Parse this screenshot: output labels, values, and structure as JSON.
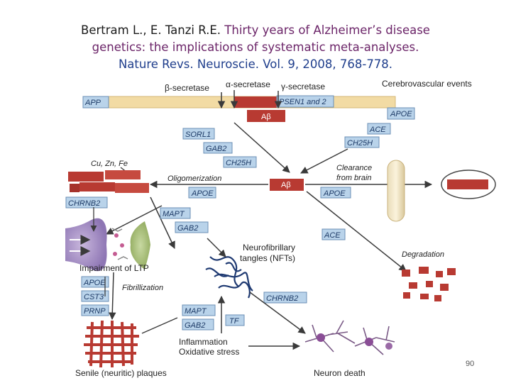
{
  "title": {
    "authors": "Bertram L., E. Tanzi R.E.",
    "paper_line1": "Thirty years of Alzheimer’s disease",
    "paper_line2": "genetics: the implications of systematic meta-analyses.",
    "journal": "Nature Revs. Neuroscie. Vol. 9, 2008, 768-778."
  },
  "labels": {
    "beta_secretase": "β-secretase",
    "alpha_secretase": "α-secretase",
    "gamma_secretase": "γ-secretase",
    "cerebrovascular": "Cerebrovascular events",
    "cu_zn_fe": "Cu, Zn, Fe",
    "oligomerization": "Oligomerization",
    "clearance_1": "Clearance",
    "clearance_2": "from brain",
    "ab_top": "Aβ",
    "ab_mid": "Aβ",
    "nft_1": "Neurofibrillary",
    "nft_2": "tangles (NFTs)",
    "degradation": "Degradation",
    "ltp": "Impairment of LTP",
    "fibrillization": "Fibrillization",
    "inflammation": "Inflammation",
    "oxidative": "Oxidative stress",
    "plaques": "Senile (neuritic) plaques",
    "neuron_death": "Neuron death"
  },
  "genes": {
    "app": "APP",
    "psen": "PSEN1 and 2",
    "apoe_top": "APOE",
    "ace_top": "ACE",
    "ch25h_right": "CH25H",
    "sorl1": "SORL1",
    "gab2_a": "GAB2",
    "ch25h_mid": "CH25H",
    "apoe_mid": "APOE",
    "apoe_right": "APOE",
    "chrnb2_left": "CHRNB2",
    "mapt_a": "MAPT",
    "gab2_b": "GAB2",
    "ace_mid": "ACE",
    "apoe_low": "APOE",
    "cst3": "CST3",
    "prnp": "PRNP",
    "chrnb2_mid": "CHRNB2",
    "mapt_b": "MAPT",
    "gab2_c": "GAB2",
    "tf": "TF"
  },
  "colors": {
    "gene_box_fill": "#b9d3ea",
    "gene_box_stroke": "#6b8fb5",
    "app_bar": "#f2dba4",
    "abeta_red": "#b83a32",
    "arrow": "#3a3a3a",
    "title_authors": "#1a1a1a",
    "title_paper": "#6b2468",
    "title_journal": "#1f3e8c"
  },
  "page_number": "90"
}
